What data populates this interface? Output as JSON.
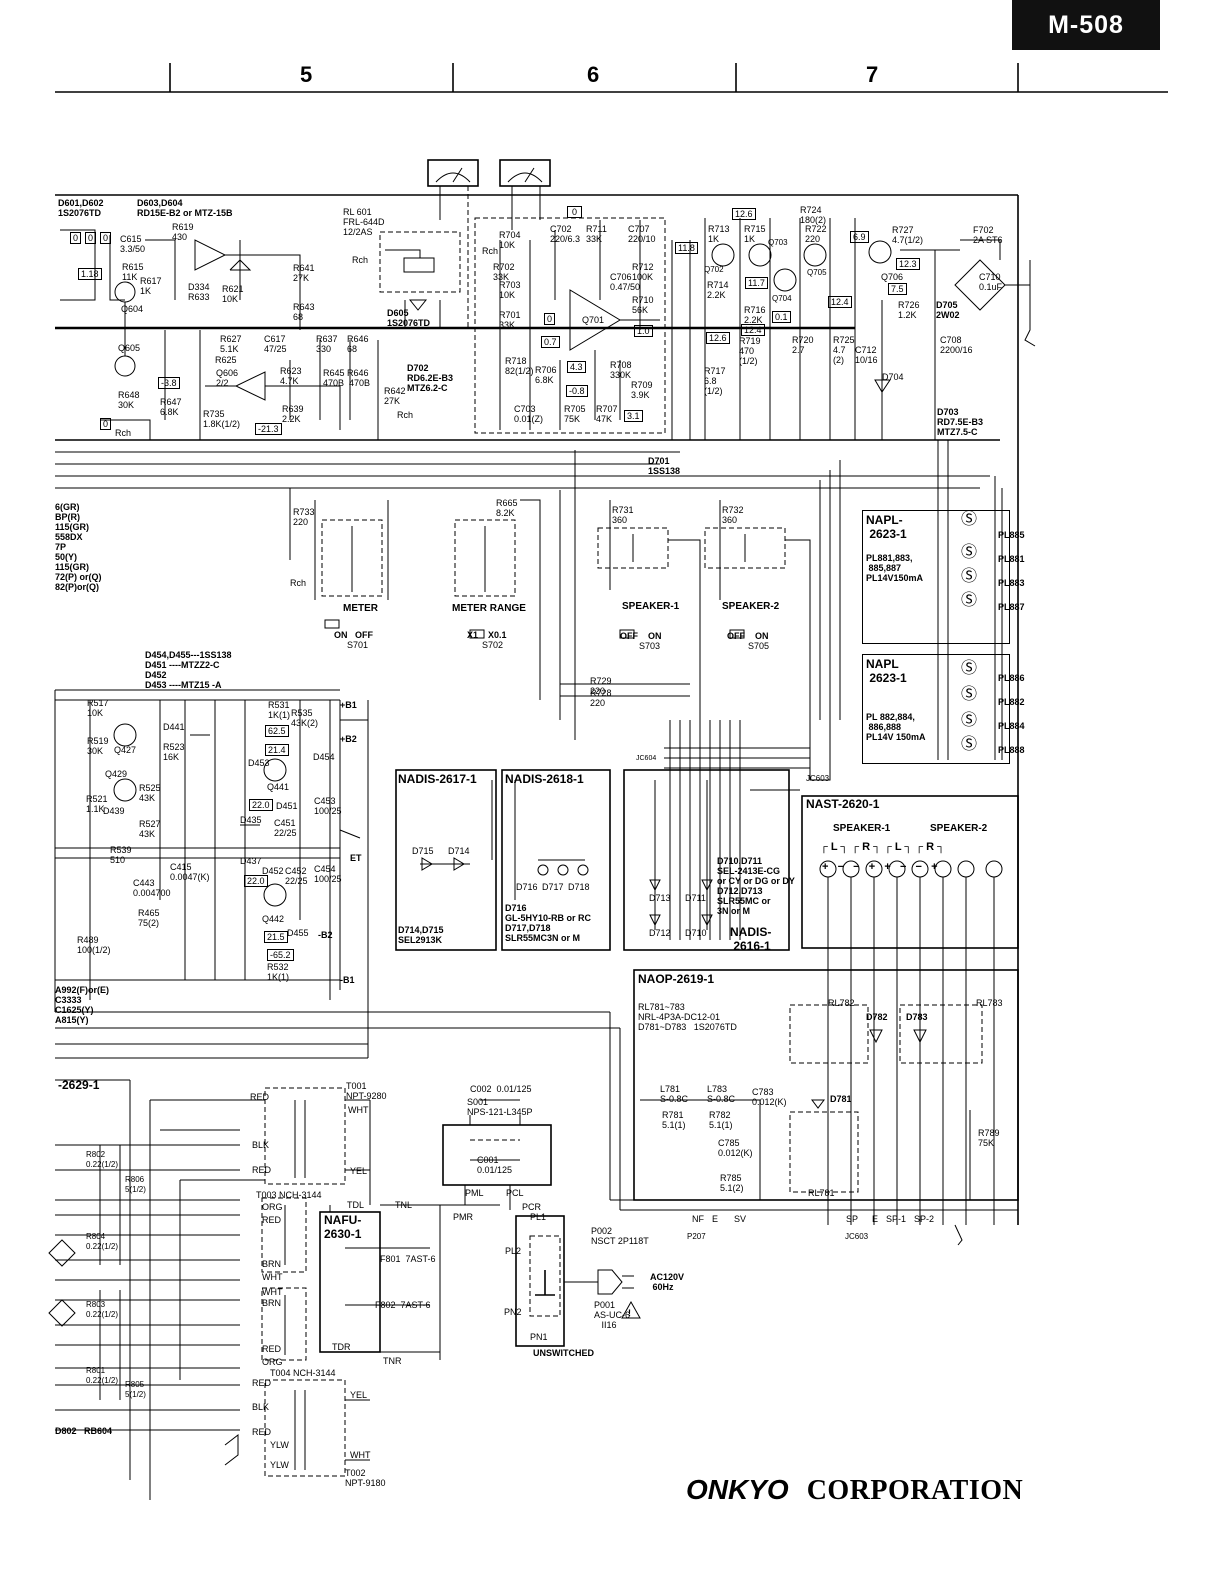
{
  "header": {
    "model": "M-508",
    "columns": [
      "5",
      "6",
      "7"
    ]
  },
  "footer": {
    "brand": "ONKYO",
    "corporation": "CORPORATION"
  },
  "boards": {
    "napl_top": "NAPL-\n 2623-1",
    "napl_bottom": "NAPL\n 2623-1",
    "nadis_2617": "NADIS-2617-1",
    "nadis_2618": "NADIS-2618-1",
    "nadis_2616": "NADIS-\n 2616-1",
    "nast": "NAST-2620-1",
    "naop": "NAOP-2619-1",
    "nafu": "NAFU-\n2630-1",
    "left_board": "-2629-1"
  },
  "switches": {
    "meter": "METER",
    "meter_onoff": "ON   OFF",
    "meter_id": "S701",
    "meter_range": "METER RANGE",
    "meter_range_pos": "X1    X0.1",
    "meter_range_id": "S702",
    "speaker1": "SPEAKER-1",
    "speaker1_pos": "OFF    ON",
    "speaker1_id": "S703",
    "speaker2": "SPEAKER-2",
    "speaker2_pos": "OFF    ON",
    "speaker2_id": "S705"
  },
  "terminals": {
    "title1": "SPEAKER-1",
    "title2": "SPEAKER-2"
  },
  "labels": {
    "d601": "D601,D602\n1S2076TD",
    "d603": "D603,D604\nRD15E-B2 or MTZ-15B",
    "rl601": "RL 601\nFRL-644D\n12/2AS",
    "rch1": "Rch",
    "rch2": "Rch",
    "rch3": "Rch",
    "rch4": "Rch",
    "rch5": "Rch",
    "d605": "D605\n1S2076TD",
    "d702": "D702\nRD6.2E-B3\nMTZ6.2-C",
    "d701": "D701\n1SS138",
    "d703": "D703\nRD7.5E-B3\nMTZ7.5-C",
    "f702": "F702\n2A ST6",
    "c710": "C710\n0.1uF",
    "d705": "D705\n2W02",
    "c708": "C708\n2200/16",
    "q606": "Q606\n2/2",
    "r735": "R735\n1.8K(1/2)",
    "v213": "-21.3",
    "r733": "R733\n220",
    "r665": "R665\n8.2K",
    "r731": "R731\n360",
    "r732": "R732\n360",
    "r729": "R729\n220",
    "r728": "R728\n220",
    "pl_top": "PL881,883,\n 885,887\nPL14V150mA",
    "pl_bot": "PL 882,884,\n 886,888\nPL14V 150mA",
    "pl885": "PL885",
    "pl881": "PL881",
    "pl883": "PL883",
    "pl887": "PL887",
    "pl886": "PL886",
    "pl882": "PL882",
    "pl884": "PL884",
    "pl888": "PL888",
    "d454": "D454,D455---1SS138\nD451 ----MTZZ2-C\nD452\nD453 ----MTZ15 -A",
    "jc604": "JC604",
    "jc603": "JC603",
    "jc603b": "JC603",
    "left_parts": "A992(F)or(E)\nC3333\nC1625(Y)\nA815(Y)",
    "left_transistors": "6(GR)\nBP(R)\n115(GR)\n558DX\n7P\n50(Y)\n115(GR)\n72(P) or(Q)\n82(P)or(Q)",
    "d715": "D715",
    "d714": "D714",
    "d714_note": "D714,D715\nSEL2913K",
    "d716_note": "D716\nGL-5HY10-RB or RC\nD717,D718\nSLR55MC3N or M",
    "d716": "D716",
    "d717": "D717",
    "d718": "D718",
    "d713": "D713",
    "d712": "D712",
    "d711": "D711",
    "d710": "D710",
    "d710_note": "D710,D711\nSEL-2413E-CG\nor CY or DG or DY\nD712,D713\nSLR55MC or\n3N or M",
    "naop_note": "RL781~783\nNRL-4P3A-DC12-01\nD781~D783   1S2076TD",
    "rl782": "RL782",
    "rl783": "RL783",
    "d782": "D782",
    "d783": "D783",
    "d781": "D781",
    "rl781": "RL781",
    "l781": "L781\nS-0.8C",
    "l783": "L783\nS-0.8C",
    "c783": "C783\n0.012(K)",
    "r781": "R781\n5.1(1)",
    "r782": "R782\n5.1(1)",
    "c785": "C785\n0.012(K)",
    "r785": "R785\n5.1(2)",
    "r789": "R789\n75K",
    "t001": "T001\nNPT-9280",
    "t003": "T003 NCH-3144",
    "t004": "T004 NCH-3144",
    "t002": "T002\nNPT-9180",
    "red1": "RED",
    "wht1": "WHT",
    "blk1": "BLK",
    "red2": "RED",
    "yel1": "YEL",
    "org1": "ORG",
    "red3": "RED",
    "brn1": "BRN",
    "wht2": "WHT",
    "wht3": "WHT",
    "brn2": "BRN",
    "red4": "RED",
    "org2": "ORG",
    "red5": "RED",
    "blk2": "BLK",
    "yel2": "YEL",
    "red6": "RED",
    "wht4": "WHT",
    "ylw1": "YLW",
    "ylw2": "YLW",
    "c002": "C002  0.01/125",
    "s001": "S001\nNPS-121-L345P",
    "c001": "C001\n0.01/125",
    "f801": "F801  7AST-6",
    "f802": "F802  7AST-6",
    "p002": "P002\nNSCT 2P118T",
    "p001": "P001\nAS-UC-6\n   II16",
    "ac": "AC120V\n 60Hz",
    "unswitched": "UNSWITCHED",
    "tdl": "TDL",
    "tnl": "TNL",
    "tdr": "TDR",
    "tnr": "TNR",
    "pml": "PML",
    "pcl": "PCL",
    "pmr": "PMR",
    "pcr": "PCR",
    "pl1": "PL1",
    "pl2": "PL2",
    "pn2": "PN2",
    "pn1": "PN1",
    "nf": "NF",
    "e1": "E",
    "sv": "SV",
    "p207": "P207",
    "sp": "SP",
    "e2": "E",
    "sp1": "SP-1",
    "sp2": "SP-2",
    "rb604": "D802   RB604",
    "q701": "Q701",
    "r724": "R724\n180(2)",
    "r727": "R727\n4.7(1/2)",
    "q706": "Q706",
    "r726": "R726\n1.2K",
    "c707": "C707\n220/10",
    "c702": "C702\n220/6.3",
    "r711": "R711\n33K",
    "r704": "R704\n10K",
    "r702": "R702\n33K",
    "r703": "R703\n10K",
    "r701": "R701\n33K",
    "r712": "R712\n100K",
    "r710": "R710\n56K",
    "c706": "C706\n0.47/50",
    "r708": "R708\n330K",
    "r709": "R709\n3.9K",
    "r706": "R706\n6.8K",
    "r718": "R718\n82(1/2)",
    "c703": "C703\n0.01(Z)",
    "r705": "R705\n75K",
    "r707": "R707\n47K",
    "r713": "R713\n1K",
    "r715": "R715\n1K",
    "r722": "R722\n220",
    "r714": "R714\n2.2K",
    "r716": "R716\n2.2K",
    "r717": "R717\n6.8\n(1/2)",
    "r719": "R719\n470\n(1/2)",
    "r720": "R720\n2.7",
    "r725": "R725\n4.7\n(2)",
    "q702": "Q702",
    "q703": "Q703",
    "q704": "Q704",
    "q705": "Q705",
    "d704": "D704",
    "c712": "C712\n10/16",
    "r619": "R619\n430",
    "c615": "C615\n3.3/50",
    "r615": "R615\n11K",
    "r617": "R617\n1K",
    "q604": "Q604",
    "q605": "Q605",
    "r621": "R621\n10K",
    "r641": "R641\n27K",
    "r643": "R643\n68",
    "r627": "R627\n5.1K",
    "c617": "C617\n47/25",
    "r637": "R637\n330",
    "r646a": "R646\n68",
    "r625": "R625",
    "r623": "R623\n4.7K",
    "r639": "R639\n2.2K",
    "r645": "R645 R646\n470B  470B",
    "r642": "R642\n27K",
    "r648": "R648\n30K",
    "r647": "R647\n6.8K",
    "d334": "D334\nR633",
    "r517": "R517\n10K",
    "r519": "R519\n30K",
    "q427": "Q427",
    "q429": "Q429",
    "r525": "R525\n43K",
    "r527": "R527\n43K",
    "d439": "D439",
    "r521": "R521\n1.1K",
    "r523": "R523\n16K",
    "d441": "D441",
    "r531": "R531\n1K(1)",
    "r535": "R535\n43K(2)",
    "d453": "D453",
    "q441": "Q441",
    "d454b": "D454",
    "d451": "D451",
    "d435": "D435",
    "c451": "C451\n22/25",
    "c453": "C453\n100/25",
    "d437": "D437",
    "d452": "D452",
    "c452": "C452\n22/25",
    "c454": "C454\n100/25",
    "q442": "Q442",
    "d455": "D455",
    "r532": "R532\n1K(1)",
    "r465": "R465\n75(2)",
    "r489": "R489\n100(1/2)",
    "c443": "C443\n0.004700",
    "c415": "C415\n0.0047(K)",
    "r539": "R539\n510",
    "b1": "+B1",
    "b2": "+B2",
    "b1n": "-B1",
    "b2n": "-B2",
    "et": "ET",
    "r802": "R802\n0.22(1/2)",
    "r804": "R804\n0.22(1/2)",
    "r803": "R803\n0.22(1/2)",
    "r801": "R801\n0.22(1/2)",
    "r806": "R806\n5(1/2)",
    "r805": "R805\n5(1/2)"
  },
  "voltages": {
    "v0a": "0",
    "v0b": "0",
    "v0c": "0",
    "v118": "1.18",
    "v38": "-3.8",
    "v0d": "0",
    "v0e": "0",
    "v07": "0.7",
    "v0f": "0",
    "v1": "1.0",
    "v08": "-0.8",
    "v43": "4.3",
    "v31": "3.1",
    "v118b": "11.8",
    "v126": "12.6",
    "v126b": "12.6",
    "v124": "12.4",
    "v124b": "12.4",
    "v117": "11.7",
    "v01": "0.1",
    "v69": "6.9",
    "v123": "12.3",
    "v75": "7.5",
    "v625": "62.5",
    "v214": "21.4",
    "v220": "22.0",
    "v220b": "22.0",
    "v215": "21.5",
    "v652": "-65.2"
  },
  "colors": {
    "ink": "#000000",
    "paper": "#ffffff",
    "tag_bg": "#111111",
    "tag_fg": "#ffffff"
  }
}
